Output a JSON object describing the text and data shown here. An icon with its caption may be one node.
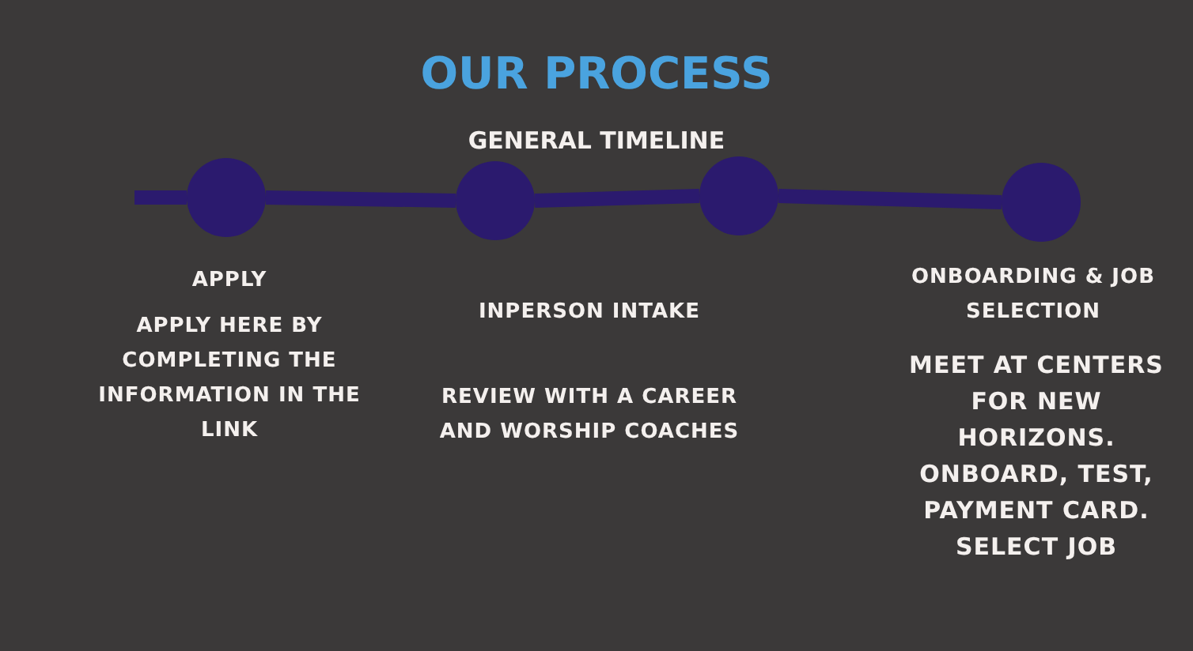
{
  "diagram": {
    "title": "OUR PROCESS",
    "nodes": [
      {
        "text": [],
        "shape": "circle",
        "beside": [
          "APPLY",
          "APPLY HERE BY COMPLETING THE INFORMATION IN THE LINK"
        ]
      },
      {
        "text": [],
        "shape": "circle",
        "beside": [
          "INPERSON INTAKE",
          "REVIEW WITH A CAREER AND WORSHIP COACHES"
        ]
      },
      {
        "text": [],
        "shape": "circle"
      },
      {
        "text": [],
        "shape": "circle",
        "beside": [
          "ONBOARDING & JOB SELECTION",
          "MEET AT CENTERS FOR NEW HORIZONS. ONBOARD, TEST, PAYMENT CARD. SELECT JOB"
        ]
      }
    ],
    "edges": [
      {
        "from": null,
        "to": 0,
        "arrow": "none"
      },
      {
        "from": 0,
        "to": 1,
        "arrow": "none"
      },
      {
        "from": 1,
        "to": 2,
        "arrow": "none"
      },
      {
        "from": 2,
        "to": 3,
        "arrow": "none"
      }
    ],
    "labels": [
      "GENERAL TIMELINE"
    ]
  }
}
